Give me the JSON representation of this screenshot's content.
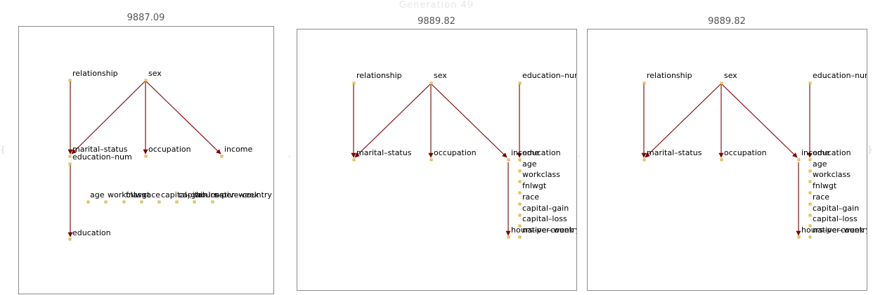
{
  "generation_title": "Generation 49",
  "panels": [
    {
      "score": "9887.09",
      "nodes": {
        "relationship": "relationship",
        "sex": "sex",
        "marital_status": "marital–status",
        "occupation": "occupation",
        "income": "income",
        "education_num": "education–num",
        "age": "age",
        "workclass": "workclass",
        "fnlwgt": "fnlwgt",
        "race": "race",
        "capital_gain": "capital–gain",
        "capital_loss": "capital–loss",
        "hours_per_week": "hours–per–week",
        "native_country": "native–country",
        "education": "education"
      }
    },
    {
      "score": "9889.82",
      "nodes": {
        "relationship": "relationship",
        "sex": "sex",
        "education_num": "education–num",
        "marital_status": "marital–status",
        "occupation": "occupation",
        "income": "income",
        "education": "education",
        "age": "age",
        "workclass": "workclass",
        "fnlwgt": "fnlwgt",
        "race": "race",
        "capital_gain": "capital–gain",
        "capital_loss": "capital–loss",
        "hours_per_week": "hours–per–week",
        "native_country": "native–country"
      }
    },
    {
      "score": "9889.82",
      "nodes": {
        "relationship": "relationship",
        "sex": "sex",
        "education_num": "education–num",
        "marital_status": "marital–status",
        "occupation": "occupation",
        "income": "income",
        "education": "education",
        "age": "age",
        "workclass": "workclass",
        "fnlwgt": "fnlwgt",
        "race": "race",
        "capital_gain": "capital–gain",
        "capital_loss": "capital–loss",
        "hours_per_week": "hours–per–week",
        "native_country": "native–country"
      }
    }
  ]
}
